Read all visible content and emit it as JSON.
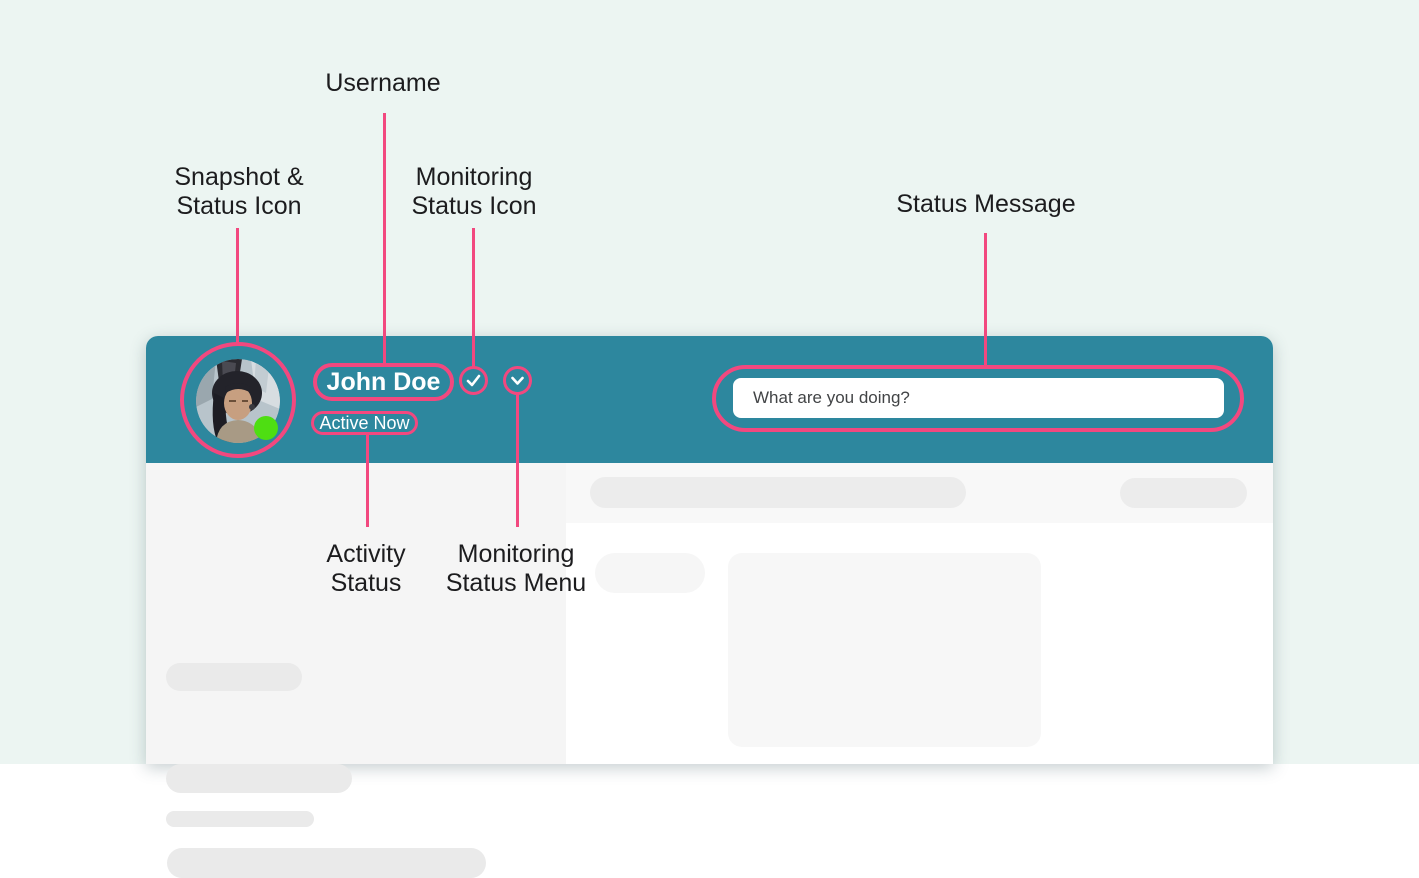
{
  "page": {
    "background_color": "#ecf5f2"
  },
  "annotations": {
    "accent_color": "#f2487f",
    "labels": {
      "username": "Username",
      "snapshot_status_icon": "Snapshot &\nStatus Icon",
      "monitoring_status_icon": "Monitoring\nStatus Icon",
      "status_message": "Status Message",
      "activity_status": "Activity\nStatus",
      "monitoring_status_menu": "Monitoring\nStatus Menu"
    }
  },
  "app": {
    "header": {
      "background_color": "#2d879e",
      "username": "John Doe",
      "activity_status": "Active Now",
      "online_dot_color": "#4ede12",
      "icons": {
        "monitoring_status": "check-icon",
        "monitoring_menu": "chevron-down-icon"
      },
      "status_message_placeholder": "What are you doing?"
    }
  }
}
